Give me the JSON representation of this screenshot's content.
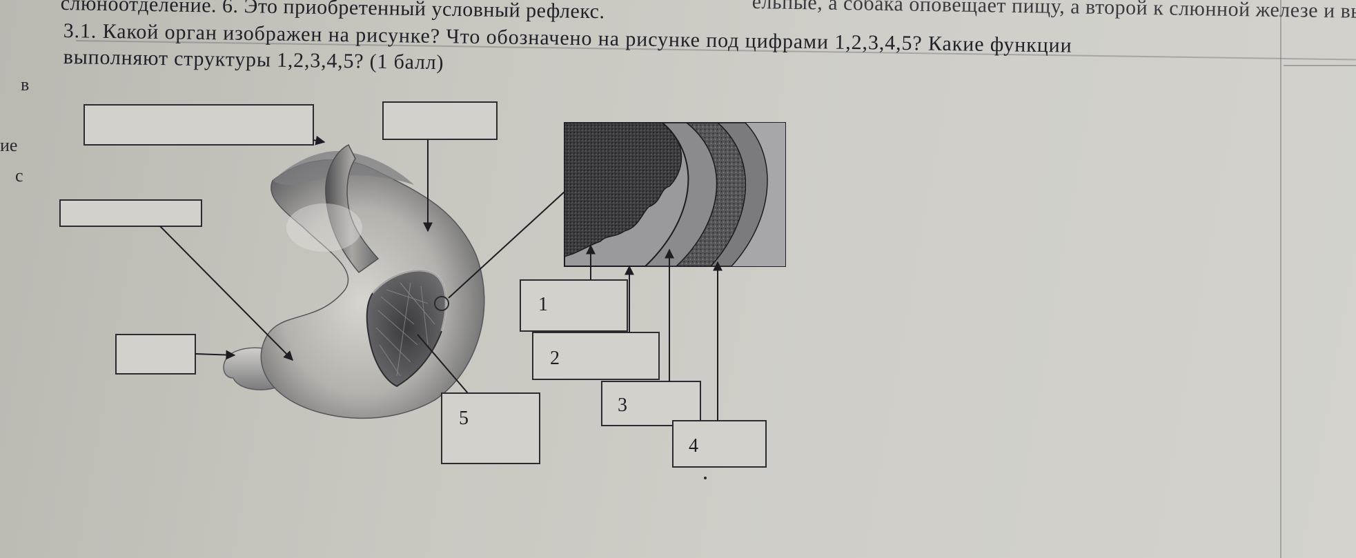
{
  "prev_question": {
    "line_a": "ельпые, а собака оповещает пищу, а второй к слюнной железе и вызывает",
    "line_b": "слюноотделение. 6. Это приобретенный условный рефлекс."
  },
  "question": {
    "line1": "3.1. Какой орган изображен на рисунке? Что обозначено на рисунке под цифрами 1,2,3,4,5? Какие функции",
    "line2": "выполняют структуры 1,2,3,4,5? (1 балл)"
  },
  "margin": {
    "b": "в",
    "ne": "ие",
    "s": "с"
  },
  "figure": {
    "labels": [
      "1",
      "2",
      "3",
      "4",
      "5"
    ],
    "colors": {
      "paper": "#cfcec8",
      "ink": "#1c1c22",
      "organ_light": "#c9c8c3",
      "organ_dark": "#4a4a4d"
    }
  }
}
